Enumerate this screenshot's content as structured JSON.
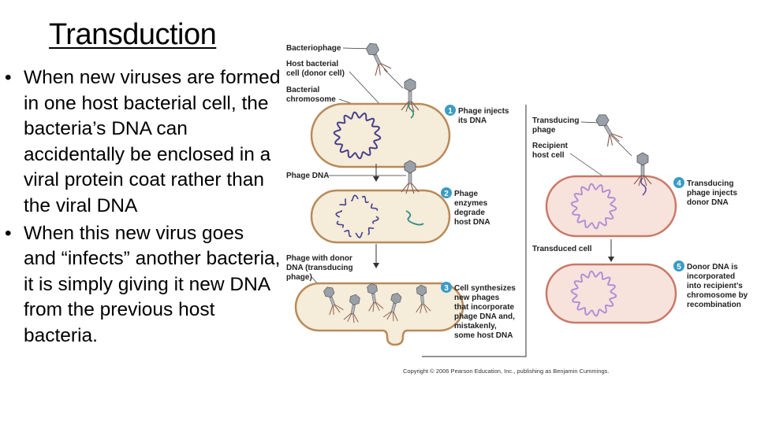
{
  "slide": {
    "title": "Transduction",
    "bullets": [
      "When new viruses are formed in one host bacterial cell, the bacteria’s DNA can accidentally be enclosed in a viral protein coat rather than the viral DNA",
      "When this new virus goes and “infects” another bacteria, it is simply giving it new DNA from the previous host bacteria."
    ],
    "bullet_glyph": "•"
  },
  "figure": {
    "labels": {
      "bacteriophage": "Bacteriophage",
      "host_cell_1": "Host bacterial",
      "host_cell_2": "cell (donor cell)",
      "bact_chrom_1": "Bacterial",
      "bact_chrom_2": "chromosome",
      "phage_dna": "Phage DNA",
      "phage_donor_1": "Phage with donor",
      "phage_donor_2": "DNA (transducing",
      "phage_donor_3": "phage)",
      "transducing_phage_1": "Transducing",
      "transducing_phage_2": "phage",
      "recipient_1": "Recipient",
      "recipient_2": "host cell",
      "transduced_cell": "Transduced cell"
    },
    "steps": [
      {
        "num": "1",
        "lines": [
          "Phage injects",
          "its DNA"
        ]
      },
      {
        "num": "2",
        "lines": [
          "Phage",
          "enzymes",
          "degrade",
          "host DNA"
        ]
      },
      {
        "num": "3",
        "lines": [
          "Cell synthesizes",
          "new phages",
          "that incorporate",
          "phage DNA and,",
          "mistakenly,",
          "some host DNA"
        ]
      },
      {
        "num": "4",
        "lines": [
          "Transducing",
          "phage injects",
          "donor DNA"
        ]
      },
      {
        "num": "5",
        "lines": [
          "Donor DNA is",
          "incorporated",
          "into recipient’s",
          "chromosome by",
          "recombination"
        ]
      }
    ],
    "copyright": "Copyright © 2006 Pearson Education, Inc., publishing as Benjamin Cummings.",
    "colors": {
      "donor_cell_fill": "#f5ecd9",
      "donor_cell_stroke": "#b88a5a",
      "recipient_cell_fill": "#f7e3dc",
      "recipient_cell_stroke": "#c97868",
      "chromosome": "#4a3f8f",
      "recipient_chromosome": "#b38fd6",
      "phage_dna": "#2e8a86",
      "step_badge": "#3b9cc4",
      "phage_head": "#9aa0a8"
    }
  }
}
